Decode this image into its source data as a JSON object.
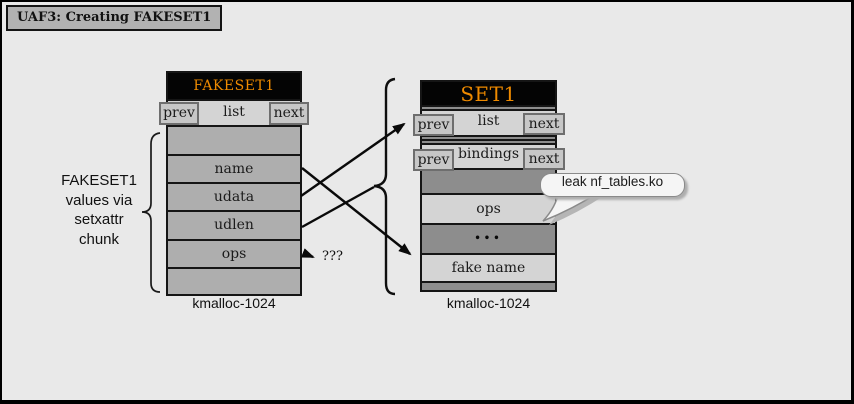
{
  "title": "UAF3: Creating FAKESET1",
  "side_label": {
    "lines": [
      "FAKESET1",
      "values via",
      "setxattr",
      "chunk"
    ]
  },
  "fakeset1": {
    "header": "FAKESET1",
    "list_label": "list",
    "prev_label": "prev",
    "next_label": "next",
    "fields": {
      "name": "name",
      "udata": "udata",
      "udlen": "udlen",
      "ops": "ops"
    },
    "alloc_label": "kmalloc-1024"
  },
  "set1": {
    "header": "SET1",
    "list_label": "list",
    "bindings_label": "bindings",
    "prev_label": "prev",
    "next_label": "next",
    "ops_label": "ops",
    "dots_label": "•••",
    "fake_name_label": "fake name",
    "alloc_label": "kmalloc-1024"
  },
  "callout": {
    "text": "leak nf_tables.ko"
  },
  "unknown_label": "???",
  "colors": {
    "accent_orange": "#ee8a00",
    "header_bg": "#040404",
    "canvas_bg": "#e9e9e9",
    "row_field": "#aeaeae",
    "row_light": "#d4d4d4",
    "row_dark": "#8d8d8d"
  }
}
